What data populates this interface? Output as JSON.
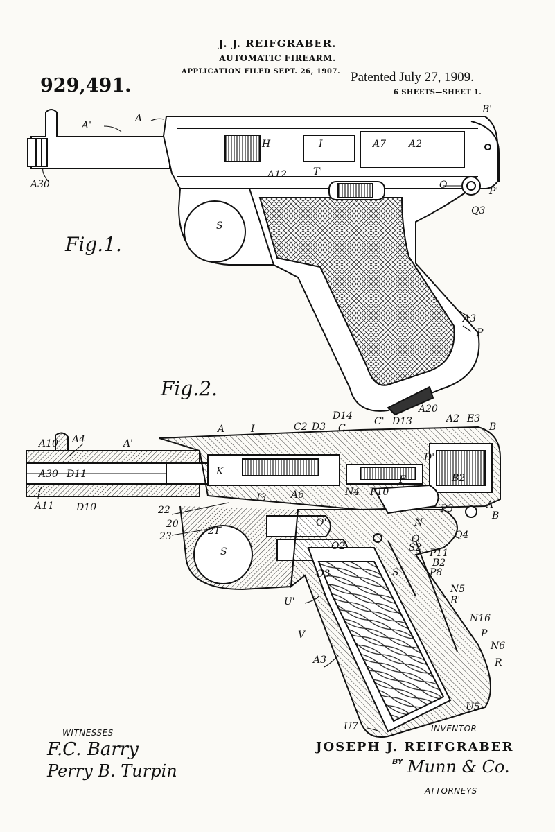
{
  "header": {
    "inventor_name": "J. J. REIFGRABER.",
    "title": "AUTOMATIC FIREARM.",
    "application_filed": "APPLICATION FILED SEPT. 26, 1907.",
    "patent_number": "929,491.",
    "patented_date": "Patented July 27, 1909.",
    "sheets": "6 SHEETS—SHEET 1."
  },
  "fig1": {
    "figure_label": "Fig.1.",
    "labels": [
      "A'",
      "A",
      "B'",
      "H",
      "I",
      "A7",
      "A2",
      "A12",
      "T'",
      "O",
      "P'",
      "Q3",
      "S",
      "A30",
      "A3",
      "P"
    ]
  },
  "fig2": {
    "figure_label": "Fig.2.",
    "labels": [
      "A",
      "I",
      "C2",
      "D3",
      "D14",
      "C",
      "C'",
      "D13",
      "A20",
      "A2",
      "E3",
      "B",
      "A'",
      "A4",
      "A10",
      "A30",
      "D11",
      "K",
      "D'",
      "F",
      "B2",
      "A11",
      "D10",
      "I3",
      "A6",
      "N4",
      "P10",
      "P5",
      "A",
      "B",
      "O'",
      "O2",
      "N",
      "O",
      "Q4",
      "22",
      "20",
      "23",
      "21",
      "S",
      "S2",
      "P11",
      "B2",
      "S'",
      "P8",
      "O3",
      "N5",
      "R'",
      "U'",
      "N16",
      "V",
      "P",
      "N6",
      "A3",
      "R",
      "U5",
      "U7"
    ]
  },
  "footer": {
    "witnesses_label": "WITNESSES",
    "witness_1": "F.C. Barry",
    "witness_2": "Perry B. Turpin",
    "inventor_label": "INVENTOR",
    "inventor_name": "JOSEPH J. REIFGRABER",
    "by_label": "BY",
    "attorney_signature": "Munn & Co.",
    "attorneys_label": "ATTORNEYS"
  }
}
